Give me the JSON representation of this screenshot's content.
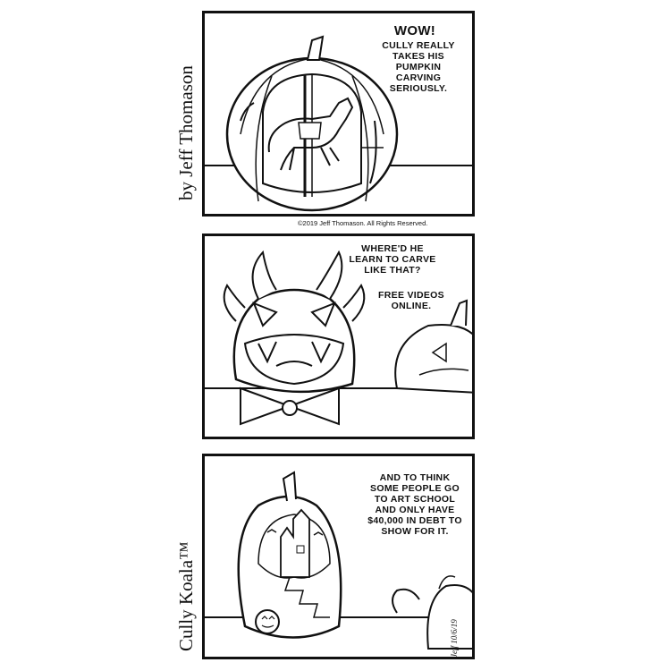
{
  "credits": {
    "author": "by Jeff Thomason",
    "strip_name": "Cully Koala™",
    "copyright": "©2019 Jeff Thomason. All Rights Reserved.",
    "signature": "Jeff 10/6/19"
  },
  "panels": [
    {
      "dialogue": [
        "WOW!",
        "CULLY REALLY TAKES HIS PUMPKIN CARVING SERIOUSLY."
      ]
    },
    {
      "dialogue": [
        "WHERE'D HE LEARN TO CARVE LIKE THAT?",
        "FREE VIDEOS ONLINE."
      ]
    },
    {
      "dialogue": [
        "AND TO THINK SOME PEOPLE GO TO ART SCHOOL AND ONLY HAVE $40,000 IN DEBT TO SHOW FOR IT."
      ]
    }
  ]
}
